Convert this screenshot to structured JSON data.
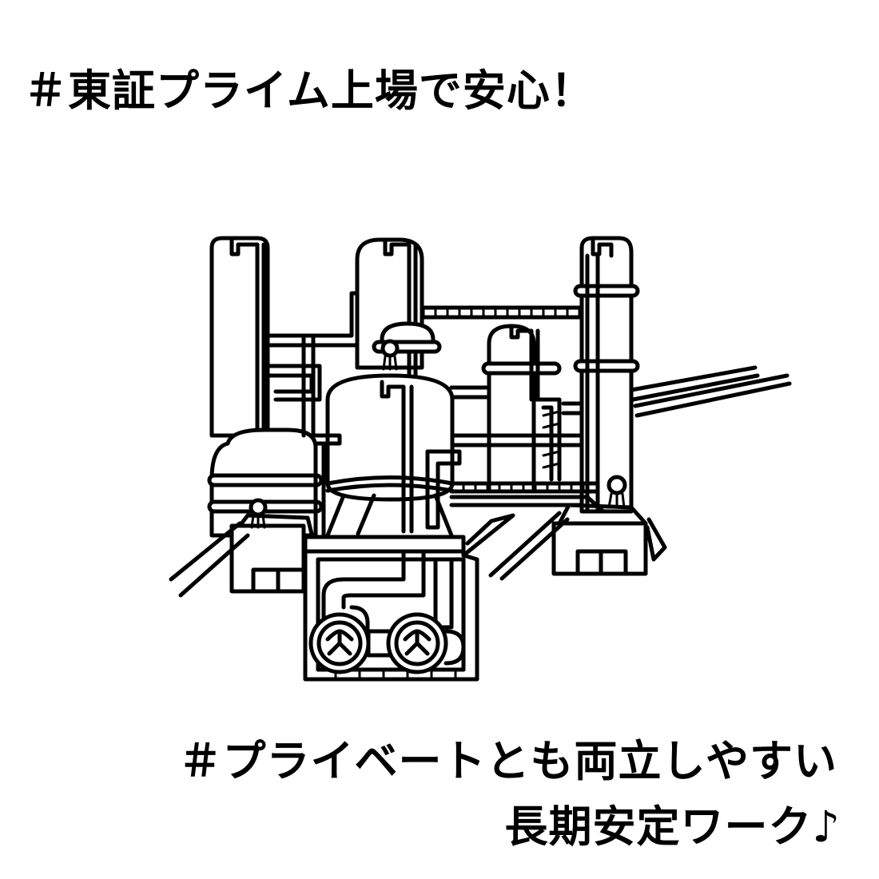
{
  "headline_top": "＃東証プライム上場で安心！",
  "headline_bottom_line1": "＃プライベートとも両立しやすい",
  "headline_bottom_line2": "長期安定ワーク♪",
  "illustration": {
    "icon": "factory-plant-icon",
    "stroke_color": "#000000",
    "background_color": "#ffffff"
  }
}
